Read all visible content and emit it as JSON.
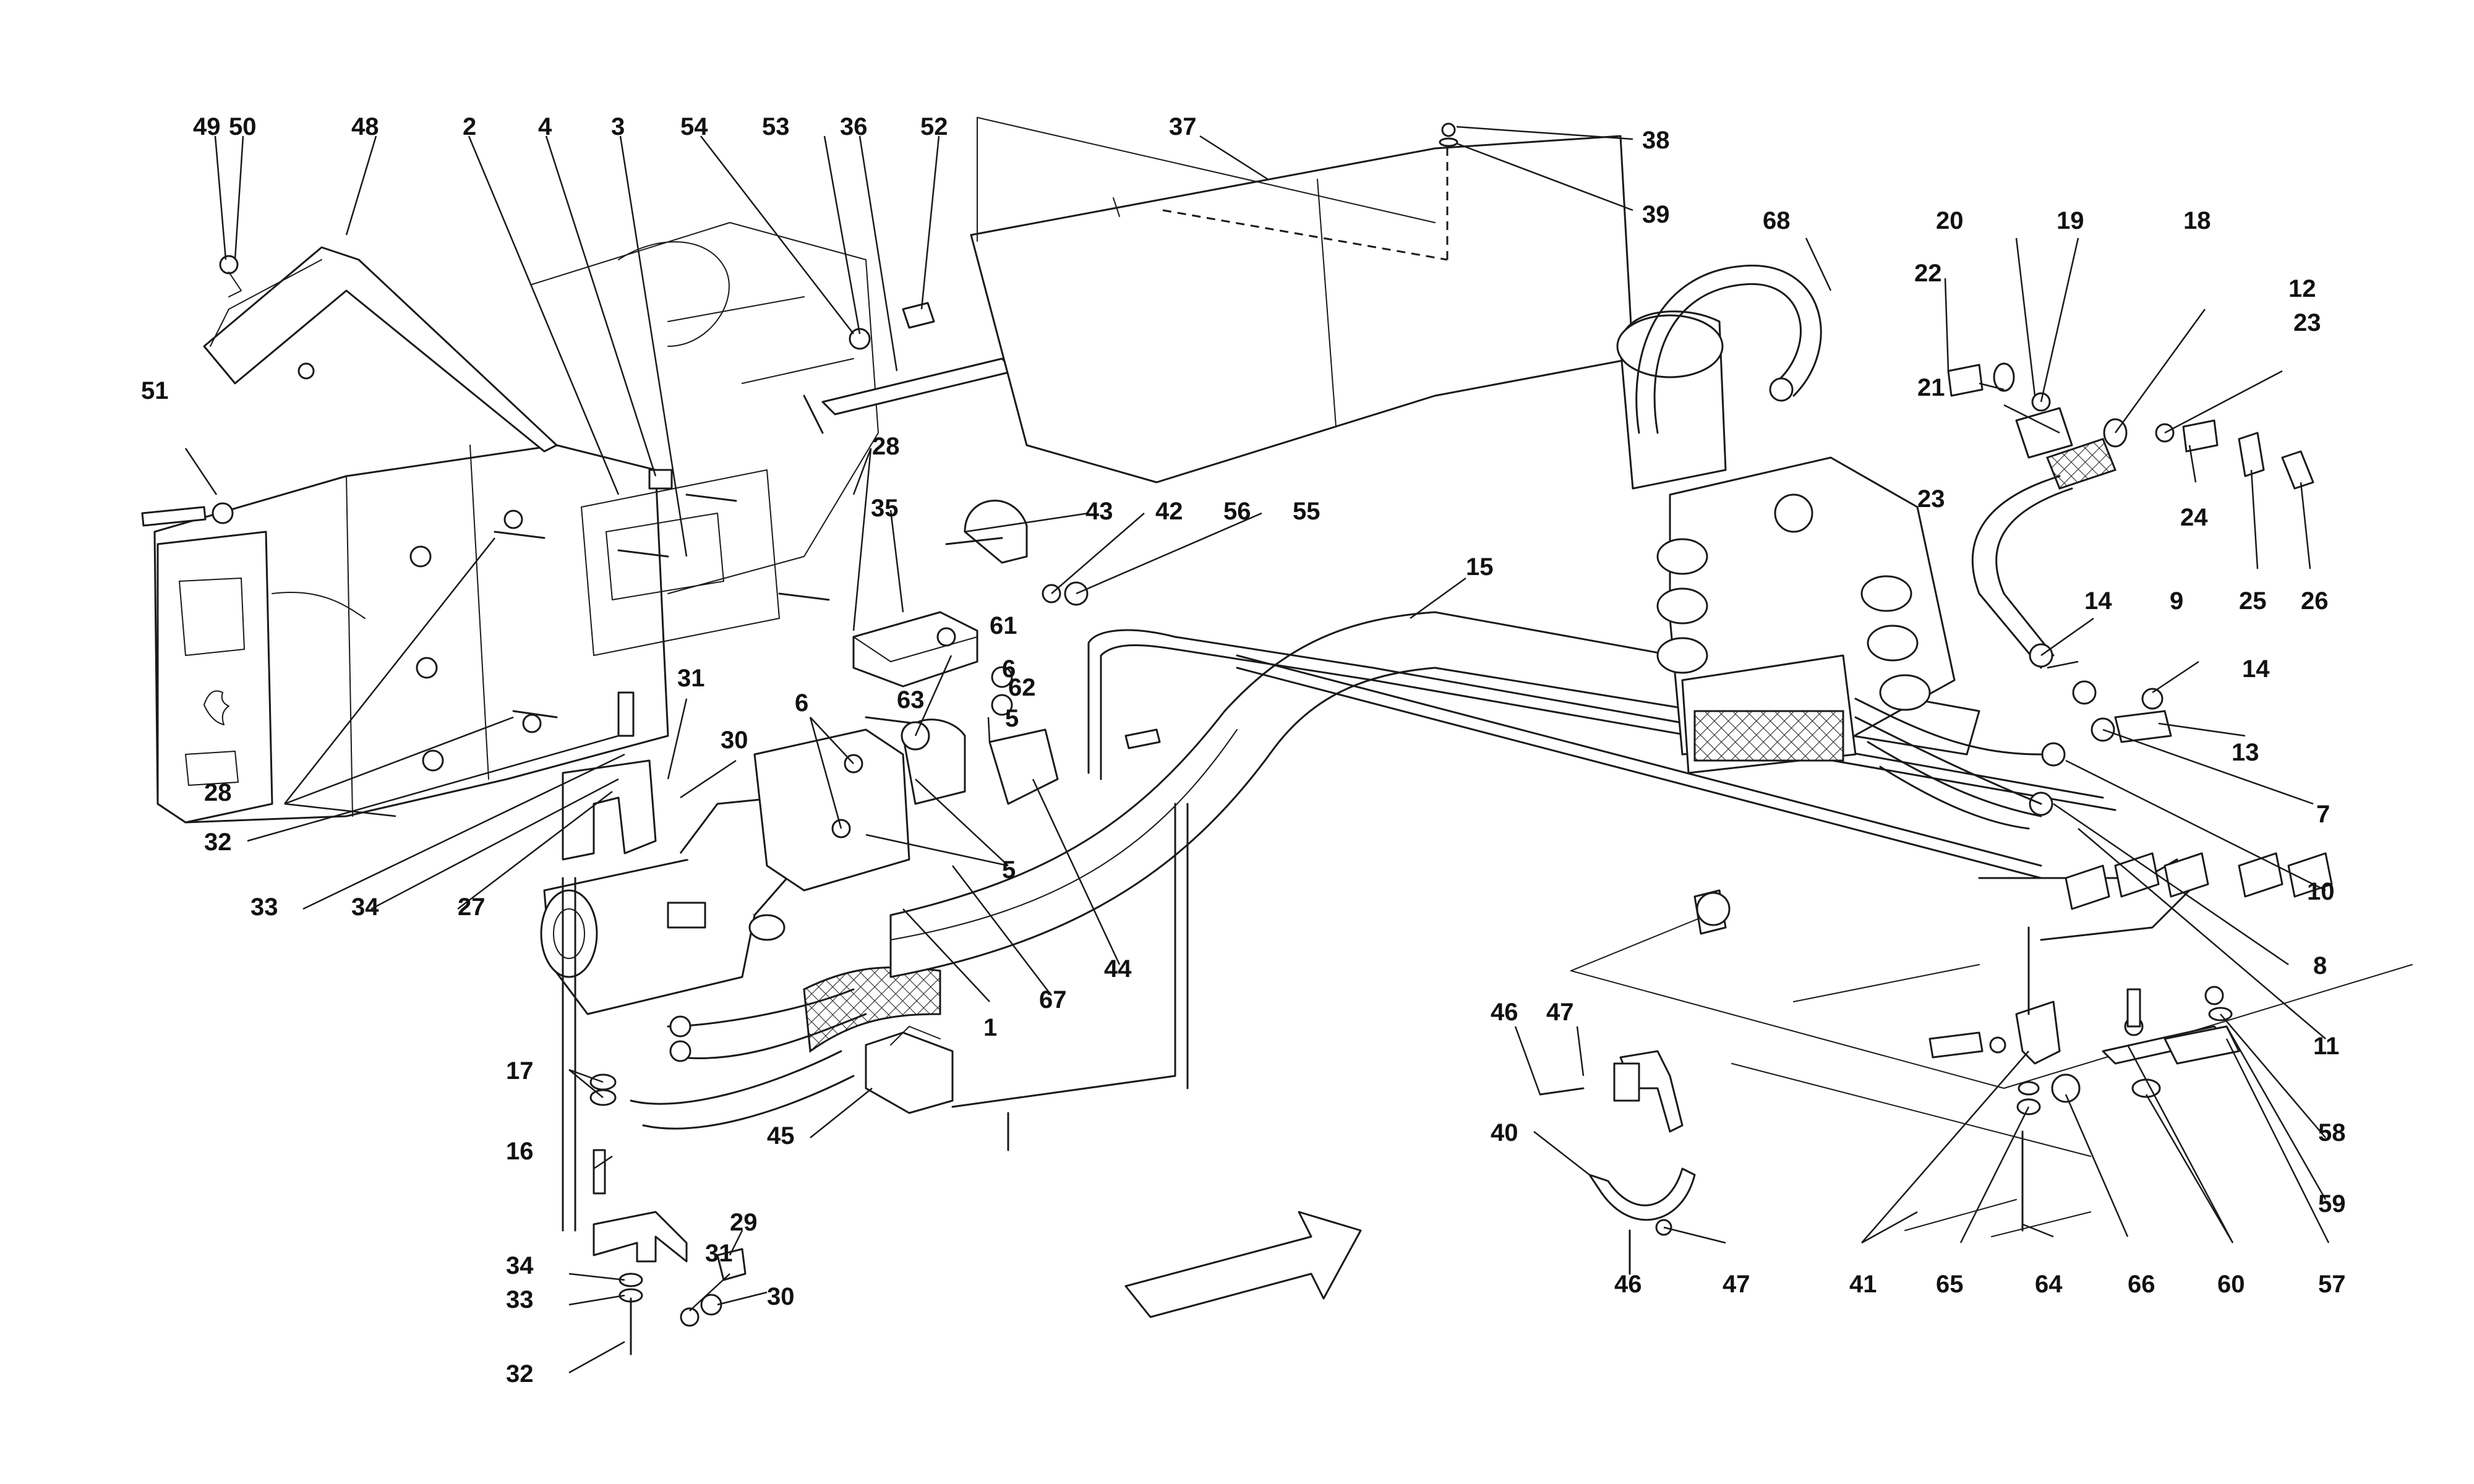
{
  "callouts": [
    {
      "id": "1",
      "text": "1"
    },
    {
      "id": "2",
      "text": "2"
    },
    {
      "id": "3",
      "text": "3"
    },
    {
      "id": "4",
      "text": "4"
    },
    {
      "id": "5a",
      "text": "5"
    },
    {
      "id": "5b",
      "text": "5"
    },
    {
      "id": "6a",
      "text": "6"
    },
    {
      "id": "6b",
      "text": "6"
    },
    {
      "id": "7",
      "text": "7"
    },
    {
      "id": "8",
      "text": "8"
    },
    {
      "id": "9",
      "text": "9"
    },
    {
      "id": "10",
      "text": "10"
    },
    {
      "id": "11",
      "text": "11"
    },
    {
      "id": "12",
      "text": "12"
    },
    {
      "id": "13",
      "text": "13"
    },
    {
      "id": "14a",
      "text": "14"
    },
    {
      "id": "14b",
      "text": "14"
    },
    {
      "id": "15",
      "text": "15"
    },
    {
      "id": "16",
      "text": "16"
    },
    {
      "id": "17",
      "text": "17"
    },
    {
      "id": "18",
      "text": "18"
    },
    {
      "id": "19",
      "text": "19"
    },
    {
      "id": "20",
      "text": "20"
    },
    {
      "id": "21",
      "text": "21"
    },
    {
      "id": "22",
      "text": "22"
    },
    {
      "id": "23a",
      "text": "23"
    },
    {
      "id": "23b",
      "text": "23"
    },
    {
      "id": "24",
      "text": "24"
    },
    {
      "id": "25",
      "text": "25"
    },
    {
      "id": "26",
      "text": "26"
    },
    {
      "id": "27",
      "text": "27"
    },
    {
      "id": "28a",
      "text": "28"
    },
    {
      "id": "28b",
      "text": "28"
    },
    {
      "id": "29",
      "text": "29"
    },
    {
      "id": "30a",
      "text": "30"
    },
    {
      "id": "30b",
      "text": "30"
    },
    {
      "id": "31a",
      "text": "31"
    },
    {
      "id": "31b",
      "text": "31"
    },
    {
      "id": "32a",
      "text": "32"
    },
    {
      "id": "32b",
      "text": "32"
    },
    {
      "id": "33a",
      "text": "33"
    },
    {
      "id": "33b",
      "text": "33"
    },
    {
      "id": "34a",
      "text": "34"
    },
    {
      "id": "34b",
      "text": "34"
    },
    {
      "id": "35",
      "text": "35"
    },
    {
      "id": "36",
      "text": "36"
    },
    {
      "id": "37",
      "text": "37"
    },
    {
      "id": "38",
      "text": "38"
    },
    {
      "id": "39",
      "text": "39"
    },
    {
      "id": "40",
      "text": "40"
    },
    {
      "id": "41",
      "text": "41"
    },
    {
      "id": "42",
      "text": "42"
    },
    {
      "id": "43",
      "text": "43"
    },
    {
      "id": "44",
      "text": "44"
    },
    {
      "id": "45",
      "text": "45"
    },
    {
      "id": "46a",
      "text": "46"
    },
    {
      "id": "46b",
      "text": "46"
    },
    {
      "id": "47a",
      "text": "47"
    },
    {
      "id": "47b",
      "text": "47"
    },
    {
      "id": "48",
      "text": "48"
    },
    {
      "id": "49",
      "text": "49"
    },
    {
      "id": "50",
      "text": "50"
    },
    {
      "id": "51",
      "text": "51"
    },
    {
      "id": "52",
      "text": "52"
    },
    {
      "id": "53",
      "text": "53"
    },
    {
      "id": "54",
      "text": "54"
    },
    {
      "id": "55",
      "text": "55"
    },
    {
      "id": "56",
      "text": "56"
    },
    {
      "id": "57",
      "text": "57"
    },
    {
      "id": "58",
      "text": "58"
    },
    {
      "id": "59",
      "text": "59"
    },
    {
      "id": "60",
      "text": "60"
    },
    {
      "id": "61",
      "text": "61"
    },
    {
      "id": "62",
      "text": "62"
    },
    {
      "id": "63",
      "text": "63"
    },
    {
      "id": "64",
      "text": "64"
    },
    {
      "id": "65",
      "text": "65"
    },
    {
      "id": "66",
      "text": "66"
    },
    {
      "id": "67",
      "text": "67"
    },
    {
      "id": "68",
      "text": "68"
    }
  ],
  "icons": {
    "direction_arrow": "arrow-right-icon",
    "logo": "prancing-horse-icon"
  },
  "colors": {
    "ink": "#1a1a1a",
    "paper": "#ffffff"
  }
}
